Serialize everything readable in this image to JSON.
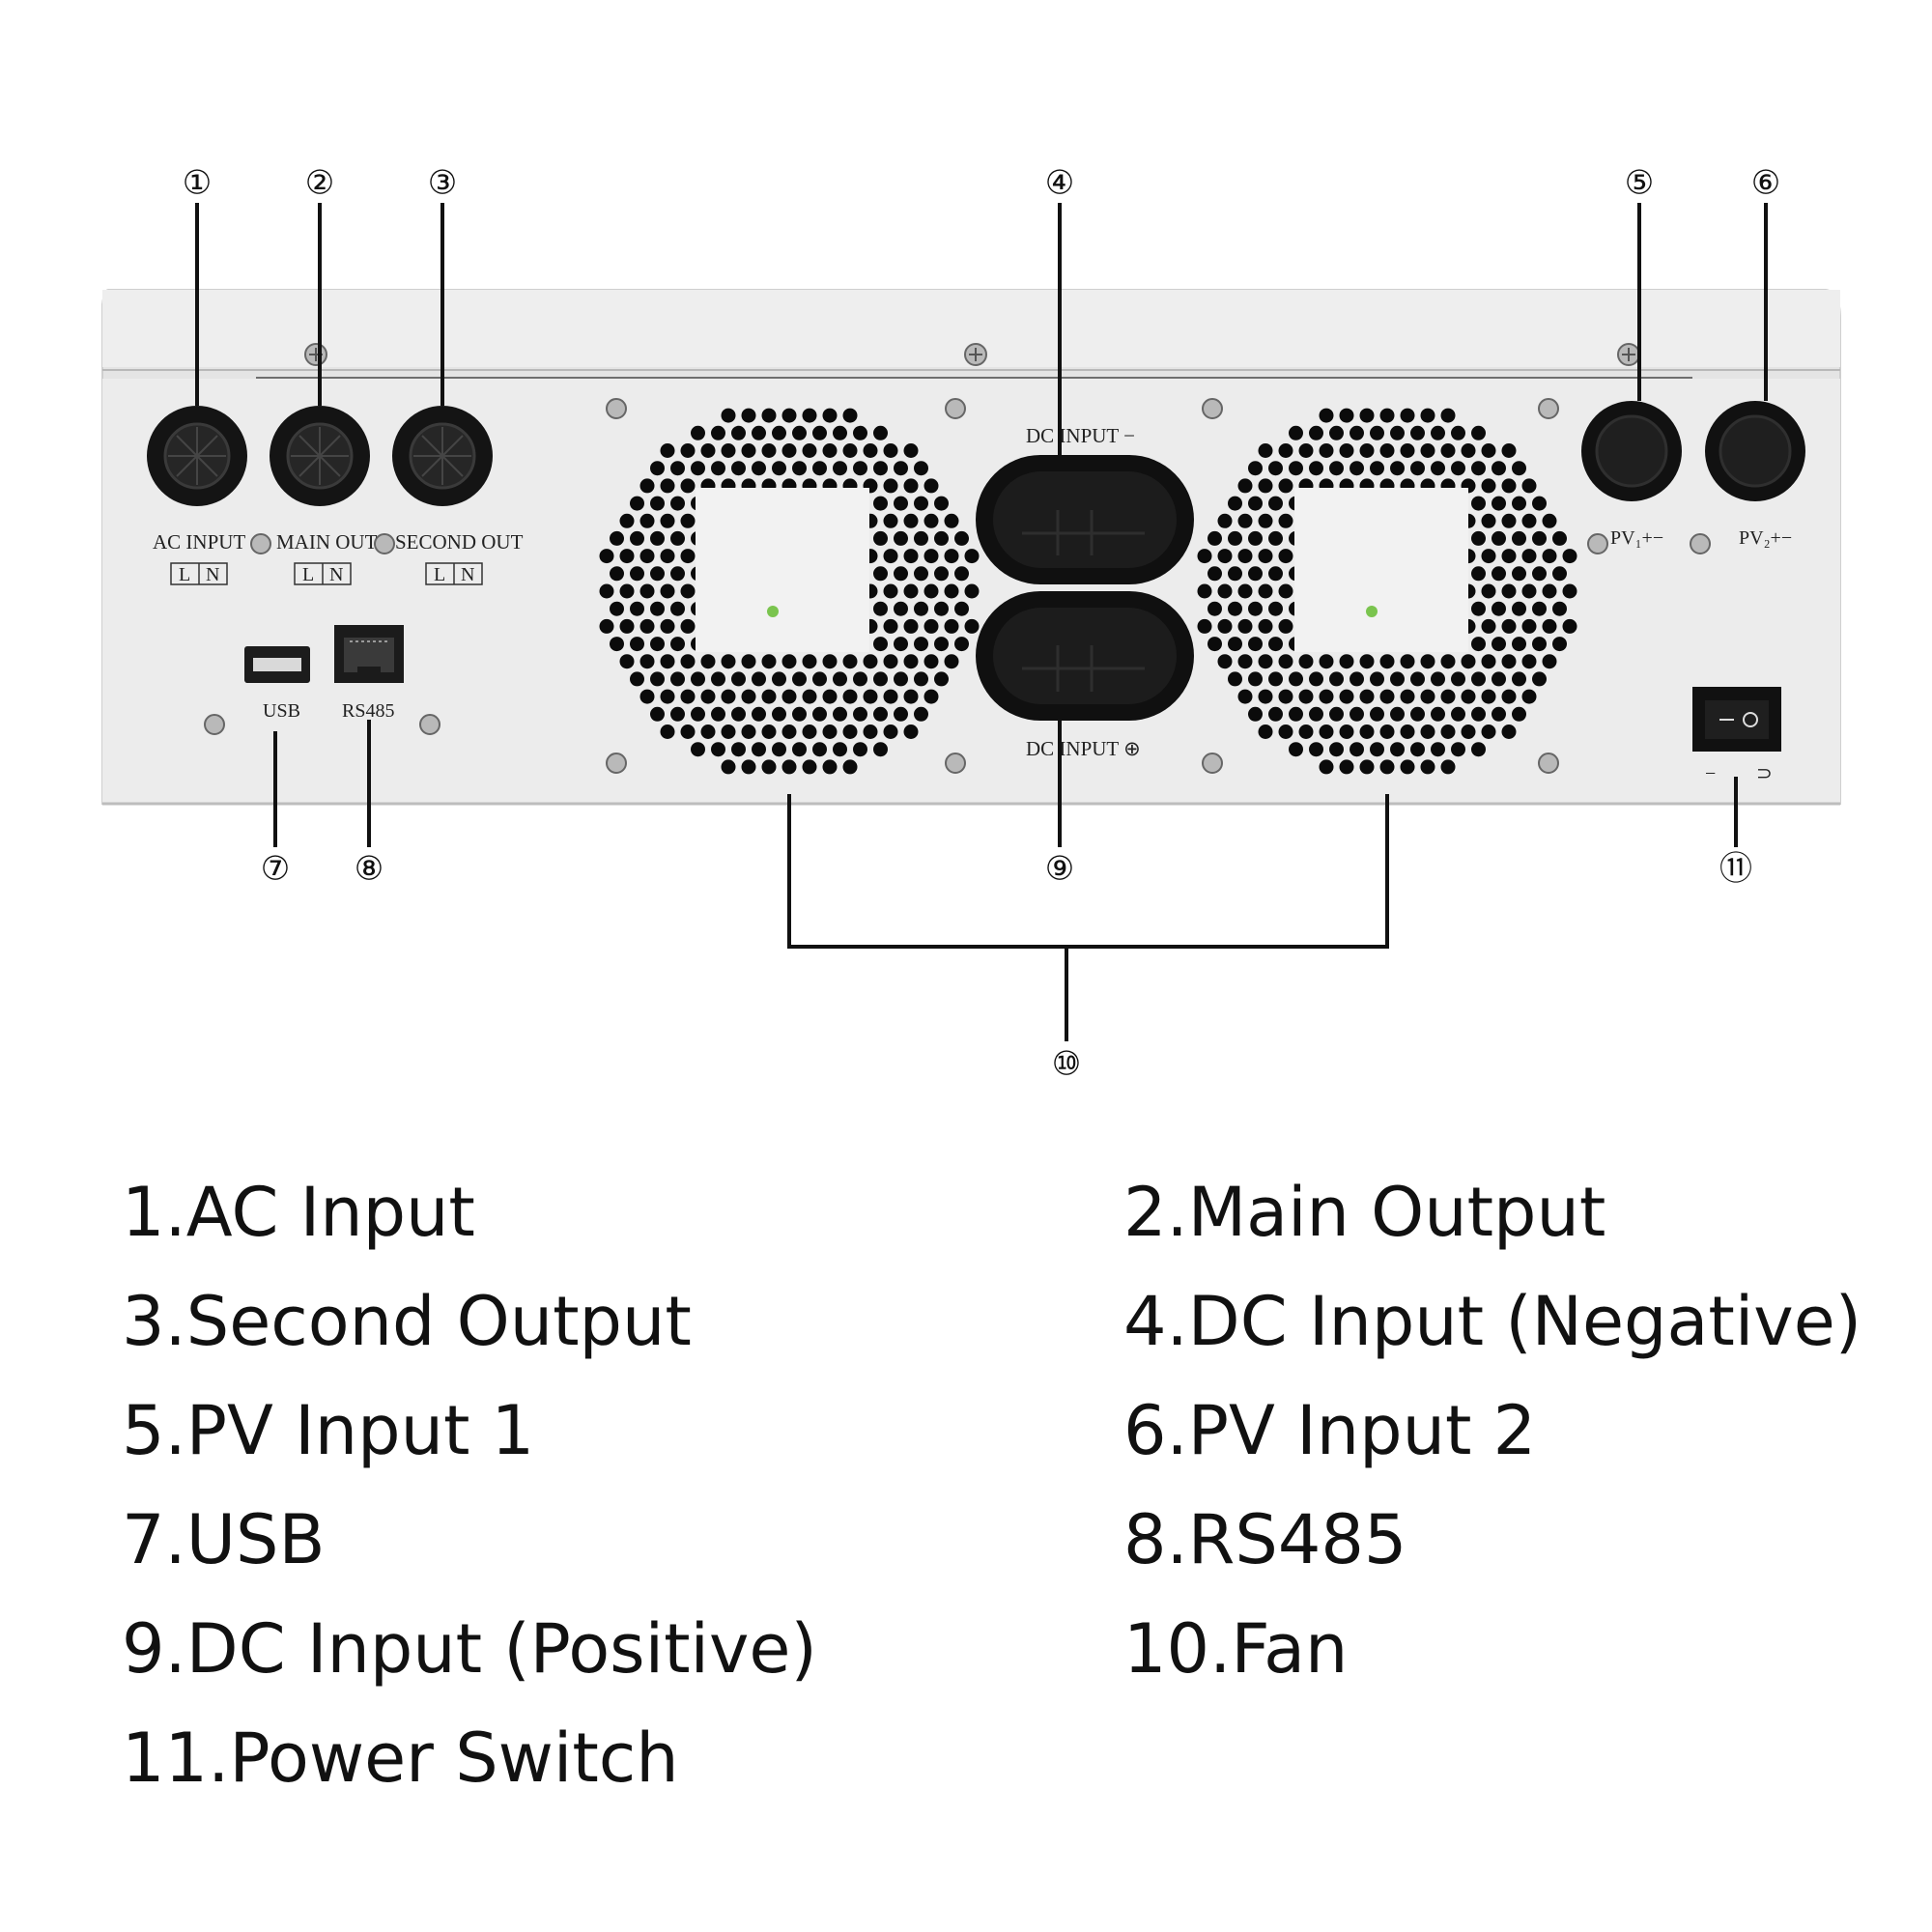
{
  "callouts": [
    "①",
    "②",
    "③",
    "④",
    "⑤",
    "⑥",
    "⑦",
    "⑧",
    "⑨",
    "⑩",
    "⑪"
  ],
  "panel": {
    "ac_input": "AC INPUT",
    "main_out": "MAIN OUT",
    "second_out": "SECOND OUT",
    "l": "L",
    "n": "N",
    "usb": "USB",
    "rs485": "RS485",
    "dc_input_neg": "DC INPUT −",
    "dc_input_pos": "DC INPUT ⊕",
    "pv1": "PV₁+−",
    "pv2": "PV₂+−",
    "switch_off": "−",
    "switch_on": "⊃"
  },
  "legend": [
    "1.AC Input",
    "2.Main Output",
    "3.Second Output",
    "4.DC Input (Negative)",
    "5.PV Input 1",
    "6.PV Input 2",
    "7.USB",
    "8.RS485",
    "9.DC Input (Positive)",
    "10.Fan",
    "11.Power Switch"
  ],
  "colors": {
    "panel": "#e9e9e9",
    "panel_edge": "#d0d0d0",
    "hole": "#0b0b0b",
    "connector": "#111111"
  }
}
